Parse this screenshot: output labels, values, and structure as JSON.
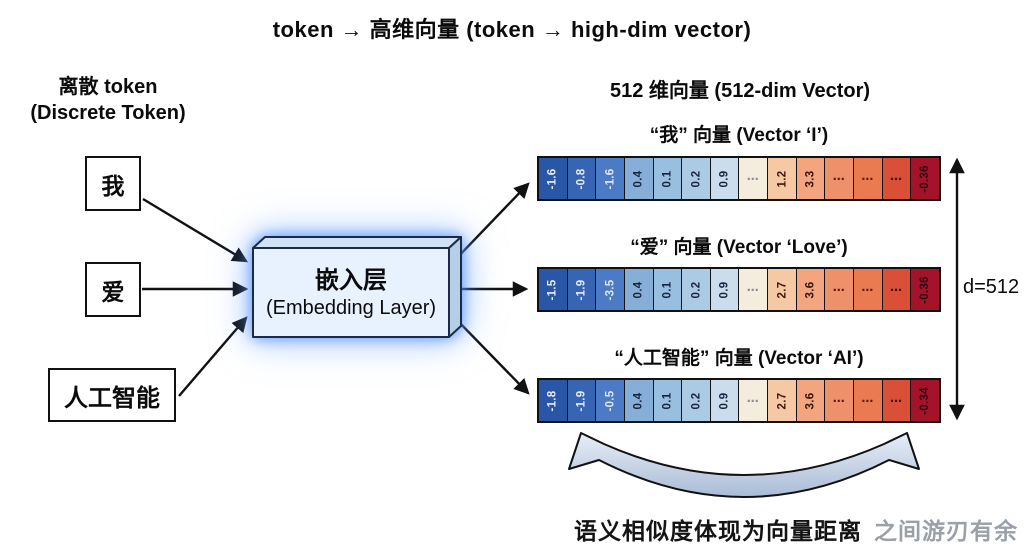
{
  "title": "token → 高维向量  (token → high-dim vector)",
  "left_panel": {
    "heading_zh": "离散 token",
    "heading_en": "(Discrete Token)",
    "tokens": [
      "我",
      "爱",
      "人工智能"
    ]
  },
  "embedding": {
    "label_zh": "嵌入层",
    "label_en": "(Embedding Layer)",
    "glow_color": "#5694ff",
    "face_fill": "#e7f2fe"
  },
  "right_panel": {
    "heading": "512 维向量 (512-dim Vector)",
    "dimension_label": "d=512",
    "vectors": [
      {
        "title": "“我” 向量  (Vector ‘I’)",
        "cells": [
          "-1.6",
          "-0.8",
          "-1.6",
          "0.4",
          "0.1",
          "0.2",
          "0.9",
          "⋯",
          "1.2",
          "3.3",
          "⋯",
          "⋯",
          "⋯",
          "-0.36"
        ]
      },
      {
        "title": "“爱” 向量  (Vector ‘Love’)",
        "cells": [
          "-1.5",
          "-1.9",
          "-3.5",
          "0.4",
          "0.1",
          "0.2",
          "0.9",
          "⋯",
          "2.7",
          "3.6",
          "⋯",
          "⋯",
          "⋯",
          "-0.36"
        ]
      },
      {
        "title": "“人工智能” 向量  (Vector ‘AI’)",
        "cells": [
          "-1.8",
          "-1.9",
          "-0.5",
          "0.4",
          "0.1",
          "0.2",
          "0.9",
          "⋯",
          "2.7",
          "3.6",
          "⋯",
          "⋯",
          "⋯",
          "-0.34"
        ]
      }
    ],
    "cell_colors": [
      "#2a56a7",
      "#3865b3",
      "#4c7ac4",
      "#86aed6",
      "#99bfe0",
      "#abcbe5",
      "#c9dded",
      "#f4ecdc",
      "#f6c9a4",
      "#f2a57f",
      "#ee9069",
      "#ea7a52",
      "#d94f38",
      "#a4132a"
    ],
    "cell_text_colors": [
      "#e6edf8",
      "#e6edf8",
      "#dfe9f6",
      "#17233f",
      "#17233f",
      "#17233f",
      "#17233f",
      "#8a8f96",
      "#3a150a",
      "#3a150a",
      "#5e1a0e",
      "#5e1a0e",
      "#42100a",
      "#2e0510"
    ]
  },
  "footer": {
    "caption": "语义相似度体现为向量距离",
    "watermark": "之间游刃有余"
  },
  "colors": {
    "arrow": "#111111",
    "curved_arrow_top": "#e9eef7",
    "curved_arrow_bottom": "#a9bbd6"
  }
}
